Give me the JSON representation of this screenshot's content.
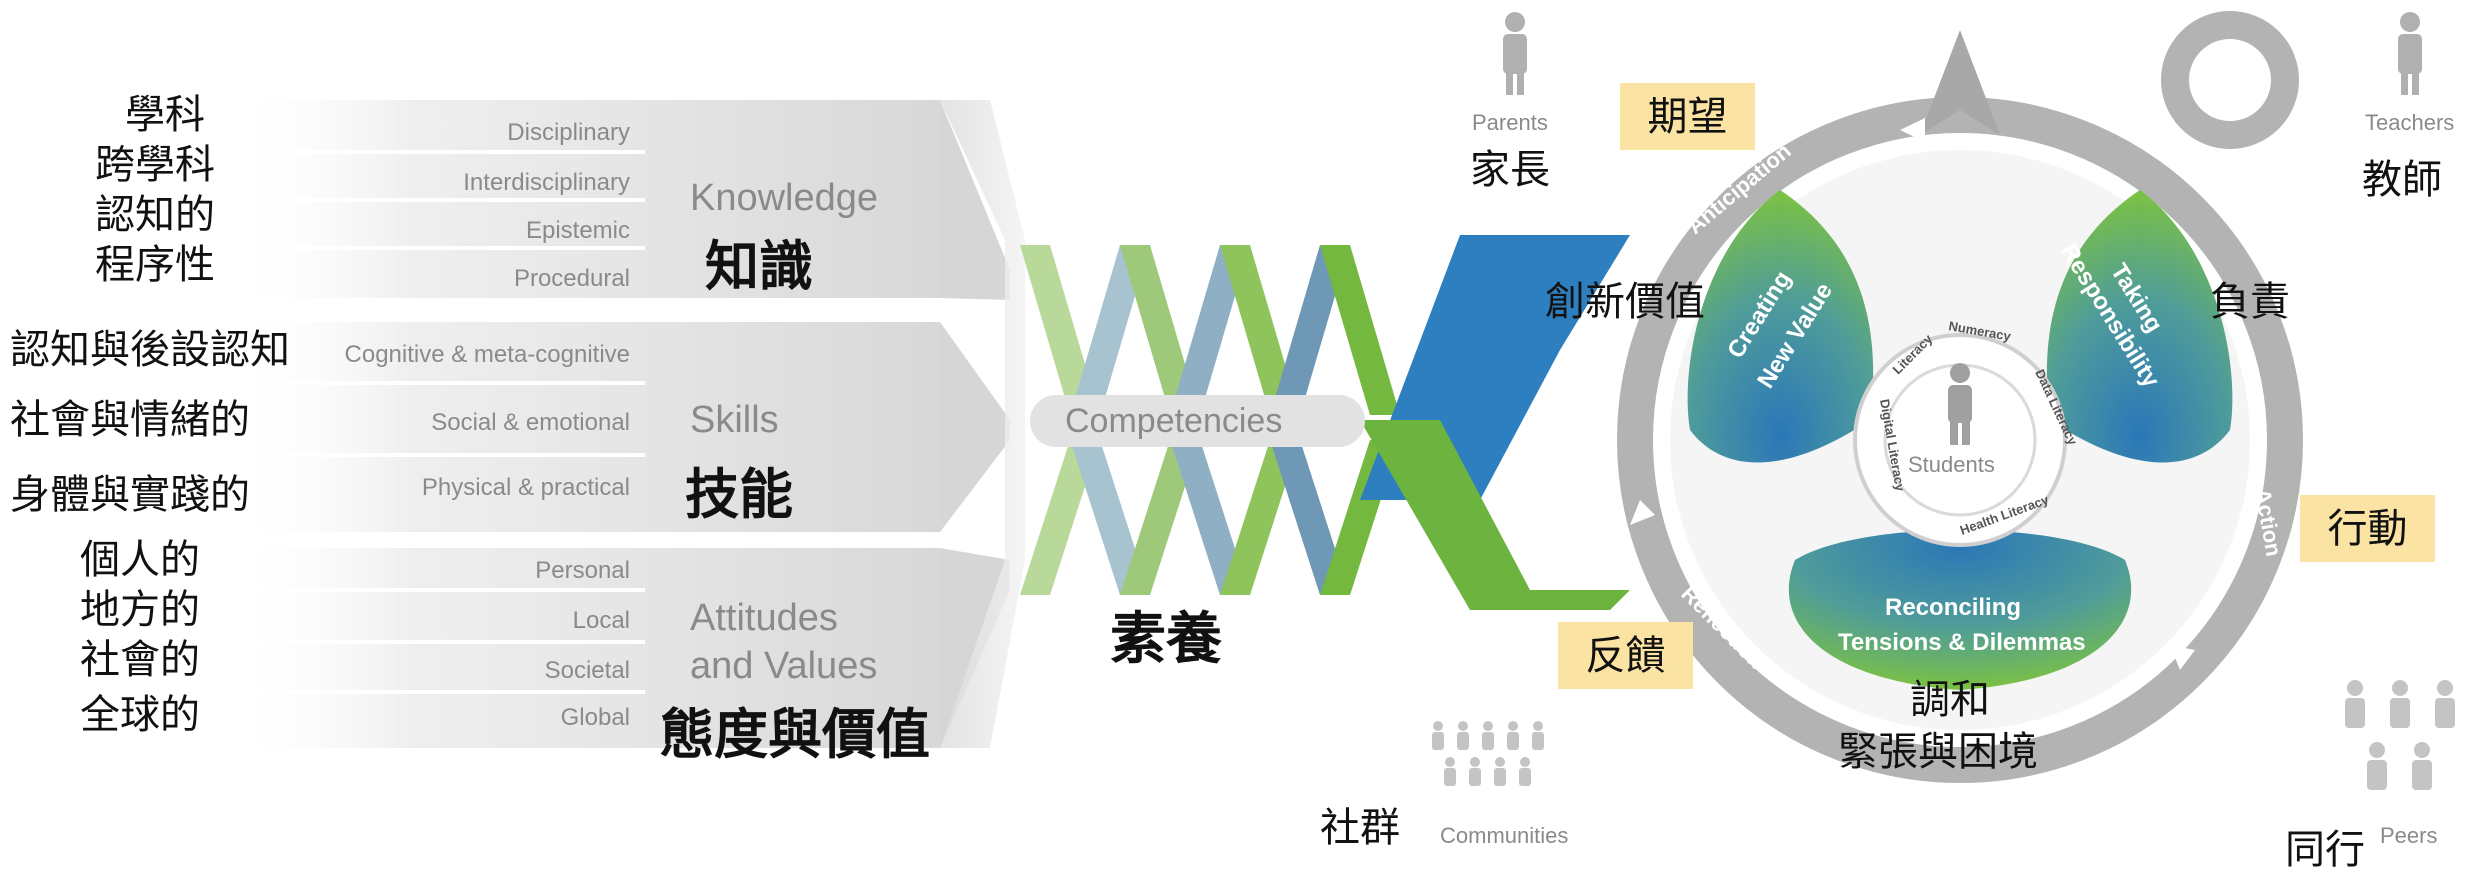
{
  "left": {
    "knowledge": {
      "items_en": [
        "Disciplinary",
        "Interdisciplinary",
        "Epistemic",
        "Procedural"
      ],
      "items_zh": [
        "學科",
        "跨學科",
        "認知的",
        "程序性"
      ],
      "label_en": "Knowledge",
      "label_zh": "知識"
    },
    "skills": {
      "items_en": [
        "Cognitive & meta-cognitive",
        "Social & emotional",
        "Physical & practical"
      ],
      "items_zh": [
        "認知與後設認知",
        "社會與情緒的",
        "身體與實踐的"
      ],
      "label_en": "Skills",
      "label_zh": "技能"
    },
    "attitudes": {
      "items_en": [
        "Personal",
        "Local",
        "Societal",
        "Global"
      ],
      "items_zh": [
        "個人的",
        "地方的",
        "社會的",
        "全球的"
      ],
      "label_en_1": "Attitudes",
      "label_en_2": "and Values",
      "label_zh": "態度與價值"
    }
  },
  "center": {
    "competencies_en": "Competencies",
    "competencies_zh": "素養"
  },
  "compass": {
    "cycle_en": [
      "Anticipation",
      "Action",
      "Reflection"
    ],
    "cycle_zh": [
      "期望",
      "行動",
      "反饋"
    ],
    "petals_en": [
      [
        "Creating",
        "New Value"
      ],
      [
        "Taking",
        "Responsibility"
      ],
      [
        "Reconciling",
        "Tensions & Dilemmas"
      ]
    ],
    "petals_zh": [
      "創新價值",
      "負責",
      "調和",
      "緊張與困境"
    ],
    "hub": {
      "center_label": "Students",
      "literacies": [
        "Literacy",
        "Numeracy",
        "Data Literacy",
        "Health Literacy",
        "Digital Literacy"
      ]
    }
  },
  "stakeholders": {
    "parents_en": "Parents",
    "parents_zh": "家長",
    "teachers_en": "Teachers",
    "teachers_zh": "教師",
    "communities_en": "Communities",
    "communities_zh": "社群",
    "peers_en": "Peers",
    "peers_zh": "同行"
  },
  "colors": {
    "green": "#6db33f",
    "light_green": "#a8d47a",
    "blue": "#2e7fbf",
    "steel_blue": "#5f8fb0",
    "gray_ring": "#b3b3b3",
    "highlight": "#fbe3a3"
  }
}
